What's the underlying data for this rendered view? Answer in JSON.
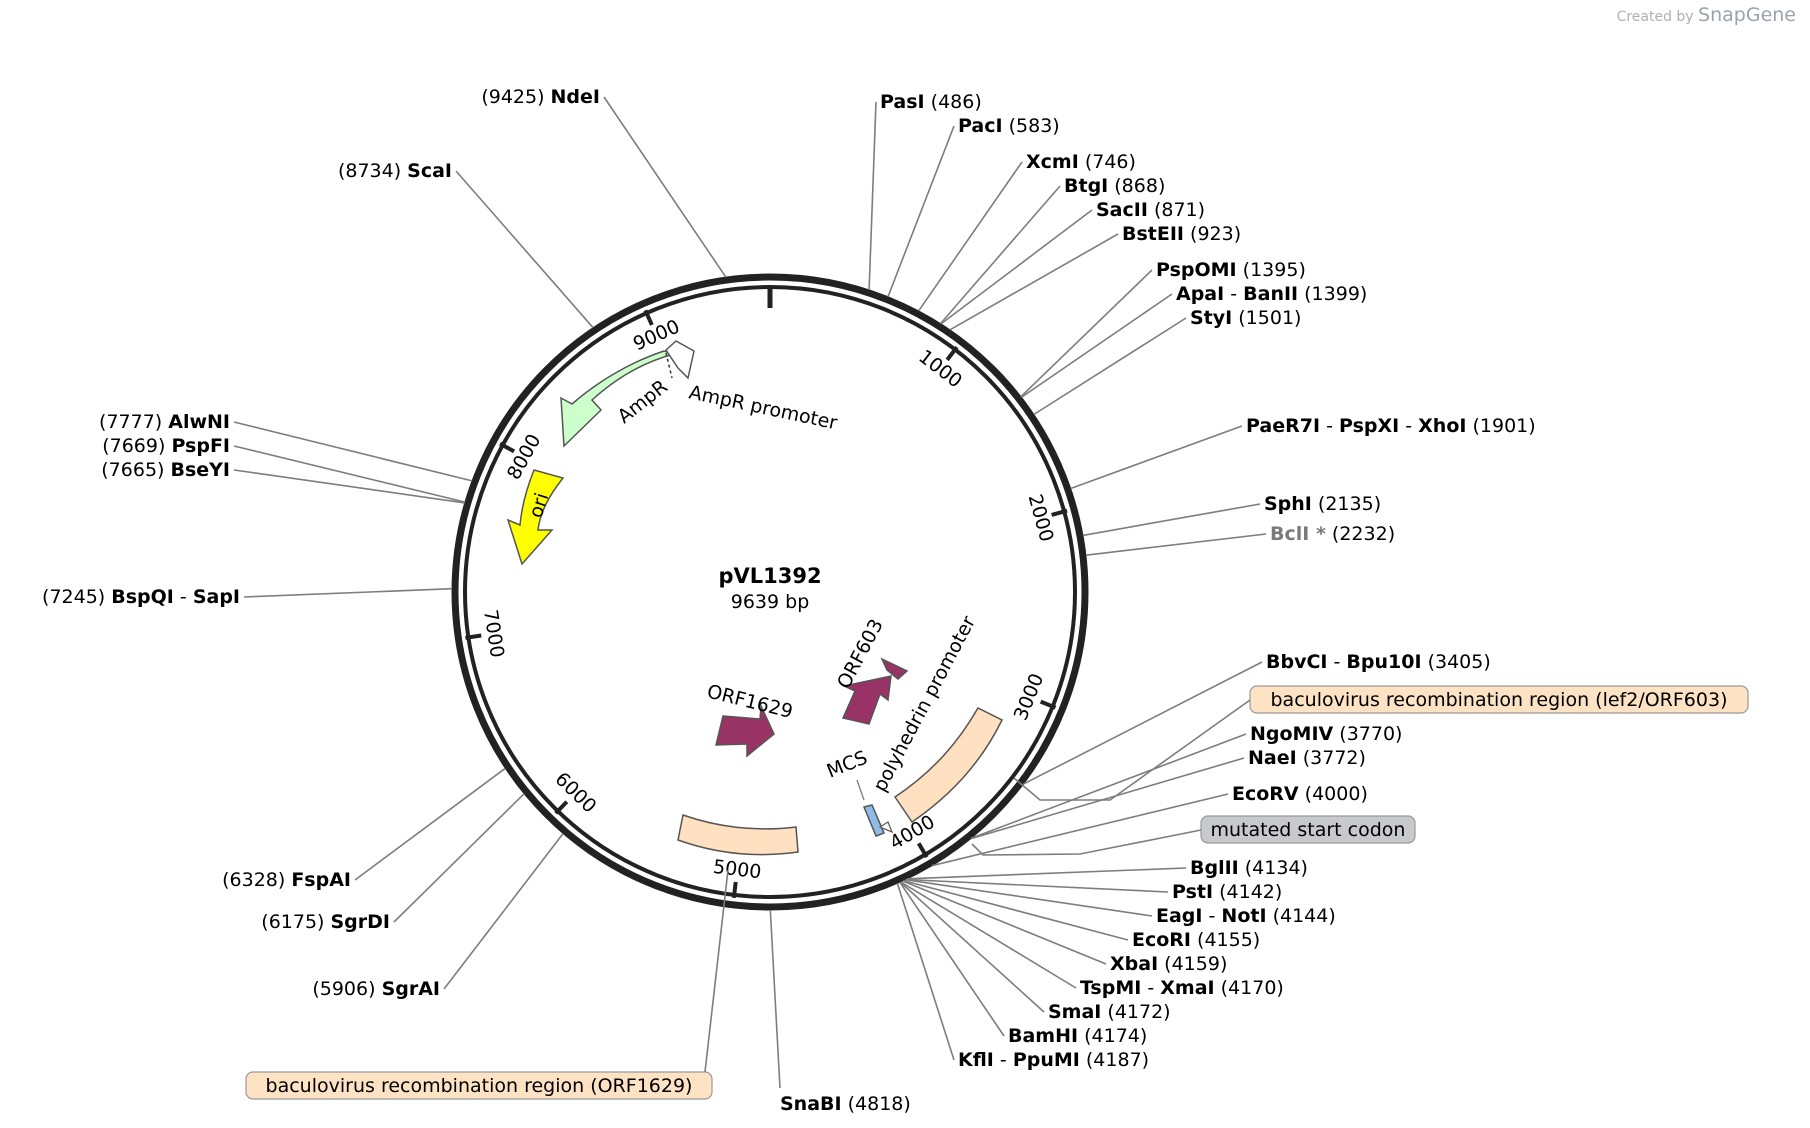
{
  "credit": {
    "prefix": "Created by",
    "brand": "SnapGene"
  },
  "plasmid": {
    "name": "pVL1392",
    "length_label": "9639 bp",
    "length": 9639
  },
  "ticks": [
    {
      "pos": 1000,
      "label": "1000"
    },
    {
      "pos": 2000,
      "label": "2000"
    },
    {
      "pos": 3000,
      "label": "3000"
    },
    {
      "pos": 4000,
      "label": "4000"
    },
    {
      "pos": 5000,
      "label": "5000"
    },
    {
      "pos": 6000,
      "label": "6000"
    },
    {
      "pos": 7000,
      "label": "7000"
    },
    {
      "pos": 8000,
      "label": "8000"
    },
    {
      "pos": 9000,
      "label": "9000"
    }
  ],
  "features": [
    {
      "name": "AmpR promoter",
      "color": "#ffffff"
    },
    {
      "name": "AmpR",
      "color": "#ccffcc"
    },
    {
      "name": "ori",
      "color": "#ffff00"
    },
    {
      "name": "ORF1629",
      "color": "#993366"
    },
    {
      "name": "ORF603",
      "color": "#993366"
    },
    {
      "name": "polyhedrin promoter",
      "color": "#ffe0c0"
    },
    {
      "name": "MCS",
      "color": "#8fbce6"
    }
  ],
  "boxed_features": [
    {
      "name": "baculovirus recombination region (lef2/ORF603)",
      "color": "#fde3c4"
    },
    {
      "name": "mutated start codon",
      "color": "#c8c9cc"
    },
    {
      "name": "baculovirus recombination region (ORF1629)",
      "color": "#fde3c4"
    }
  ],
  "sites": [
    {
      "enzymes": [
        "NdeI"
      ],
      "pos": "(9425)",
      "site": 9425
    },
    {
      "enzymes": [
        "ScaI"
      ],
      "pos": "(8734)",
      "site": 8734
    },
    {
      "enzymes": [
        "AlwNI"
      ],
      "pos": "(7777)",
      "site": 7777
    },
    {
      "enzymes": [
        "PspFI"
      ],
      "pos": "(7669)",
      "site": 7669
    },
    {
      "enzymes": [
        "BseYI"
      ],
      "pos": "(7665)",
      "site": 7665
    },
    {
      "enzymes": [
        "BspQI",
        "SapI"
      ],
      "pos": "(7245)",
      "site": 7245
    },
    {
      "enzymes": [
        "FspAI"
      ],
      "pos": "(6328)",
      "site": 6328
    },
    {
      "enzymes": [
        "SgrDI"
      ],
      "pos": "(6175)",
      "site": 6175
    },
    {
      "enzymes": [
        "SgrAI"
      ],
      "pos": "(5906)",
      "site": 5906
    },
    {
      "enzymes": [
        "SnaBI"
      ],
      "pos": "(4818)",
      "site": 4818
    },
    {
      "enzymes": [
        "PasI"
      ],
      "pos": "(486)",
      "site": 486
    },
    {
      "enzymes": [
        "PacI"
      ],
      "pos": "(583)",
      "site": 583
    },
    {
      "enzymes": [
        "XcmI"
      ],
      "pos": "(746)",
      "site": 746
    },
    {
      "enzymes": [
        "BtgI"
      ],
      "pos": "(868)",
      "site": 868
    },
    {
      "enzymes": [
        "SacII"
      ],
      "pos": "(871)",
      "site": 871
    },
    {
      "enzymes": [
        "BstEII"
      ],
      "pos": "(923)",
      "site": 923
    },
    {
      "enzymes": [
        "PspOMI"
      ],
      "pos": "(1395)",
      "site": 1395
    },
    {
      "enzymes": [
        "ApaI",
        "BanII"
      ],
      "pos": "(1399)",
      "site": 1399
    },
    {
      "enzymes": [
        "StyI"
      ],
      "pos": "(1501)",
      "site": 1501
    },
    {
      "enzymes": [
        "PaeR7I",
        "PspXI",
        "XhoI"
      ],
      "pos": "(1901)",
      "site": 1901
    },
    {
      "enzymes": [
        "SphI"
      ],
      "pos": "(2135)",
      "site": 2135
    },
    {
      "enzymes": [
        "BclI *"
      ],
      "pos": "(2232)",
      "site": 2232,
      "gray": true
    },
    {
      "enzymes": [
        "BbvCI",
        "Bpu10I"
      ],
      "pos": "(3405)",
      "site": 3405
    },
    {
      "enzymes": [
        "NgoMIV"
      ],
      "pos": "(3770)",
      "site": 3770
    },
    {
      "enzymes": [
        "NaeI"
      ],
      "pos": "(3772)",
      "site": 3772
    },
    {
      "enzymes": [
        "EcoRV"
      ],
      "pos": "(4000)",
      "site": 4000
    },
    {
      "enzymes": [
        "BglII"
      ],
      "pos": "(4134)",
      "site": 4134
    },
    {
      "enzymes": [
        "PstI"
      ],
      "pos": "(4142)",
      "site": 4142
    },
    {
      "enzymes": [
        "EagI",
        "NotI"
      ],
      "pos": "(4144)",
      "site": 4144
    },
    {
      "enzymes": [
        "EcoRI"
      ],
      "pos": "(4155)",
      "site": 4155
    },
    {
      "enzymes": [
        "XbaI"
      ],
      "pos": "(4159)",
      "site": 4159
    },
    {
      "enzymes": [
        "TspMI",
        "XmaI"
      ],
      "pos": "(4170)",
      "site": 4170
    },
    {
      "enzymes": [
        "SmaI"
      ],
      "pos": "(4172)",
      "site": 4172
    },
    {
      "enzymes": [
        "BamHI"
      ],
      "pos": "(4174)",
      "site": 4174
    },
    {
      "enzymes": [
        "KflI",
        "PpuMI"
      ],
      "pos": "(4187)",
      "site": 4187
    }
  ]
}
